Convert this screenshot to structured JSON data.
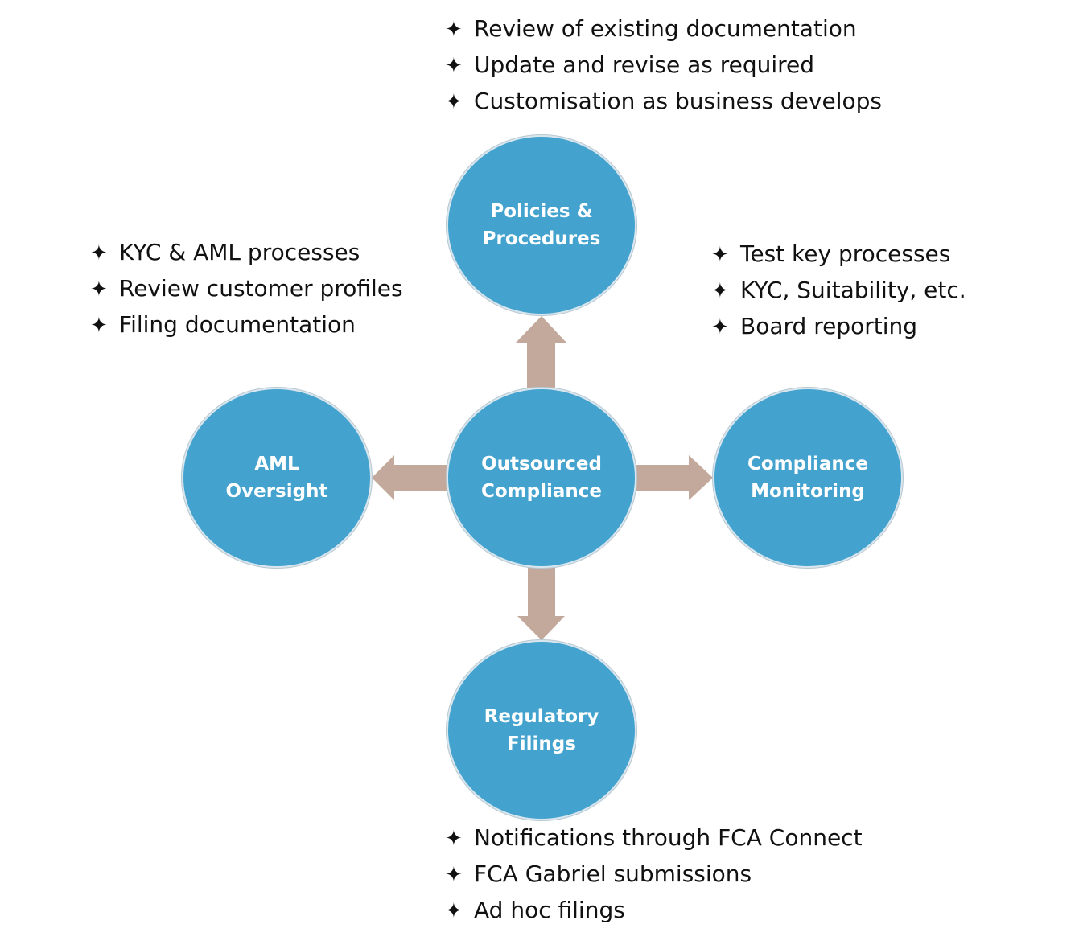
{
  "colors": {
    "circle_fill": "#43a3ce",
    "arrow_fill": "#c2a99c",
    "text": "#111111"
  },
  "bullet_icon": "four-point-star-icon",
  "nodes": {
    "center": "Outsourced\nCompliance",
    "top": "Policies &\nProcedures",
    "left": "AML\nOversight",
    "right": "Compliance\nMonitoring",
    "bottom": "Regulatory\nFilings"
  },
  "bullets": {
    "top": [
      "Review of existing documentation",
      "Update and revise as required",
      "Customisation as business develops"
    ],
    "left": [
      "KYC & AML processes",
      "Review customer profiles",
      "Filing documentation"
    ],
    "right": [
      "Test key processes",
      "KYC, Suitability, etc.",
      "Board reporting"
    ],
    "bottom": [
      "Notifications through FCA Connect",
      "FCA Gabriel submissions",
      "Ad hoc filings"
    ]
  }
}
